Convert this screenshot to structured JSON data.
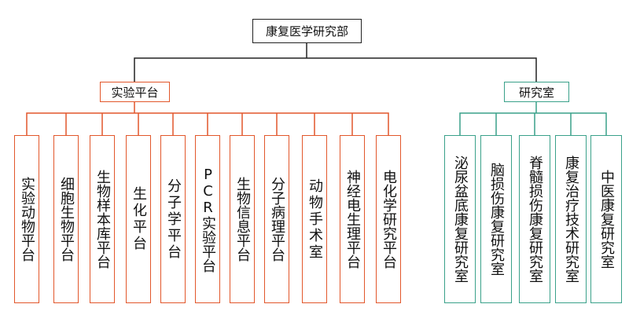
{
  "root": {
    "label": "康复医学研究部"
  },
  "colors": {
    "experimental": "#e2572b",
    "research": "#3aa18a",
    "root": "#222222"
  },
  "branches": [
    {
      "label": "实验平台",
      "children": [
        "实验动物平台",
        "细胞生物平台",
        "生物样本库平台",
        "生化平台",
        "分子学平台",
        "PCR实验平台",
        "生物信息平台",
        "分子病理平台",
        "动物手术室",
        "神经电生理平台",
        "电化学研究平台"
      ]
    },
    {
      "label": "研究室",
      "children": [
        "泌尿盆底康复研究室",
        "脑损伤康复研究室",
        "脊髓损伤康复研究室",
        "康复治疗技术研究室",
        "中医康复研究室"
      ]
    }
  ]
}
